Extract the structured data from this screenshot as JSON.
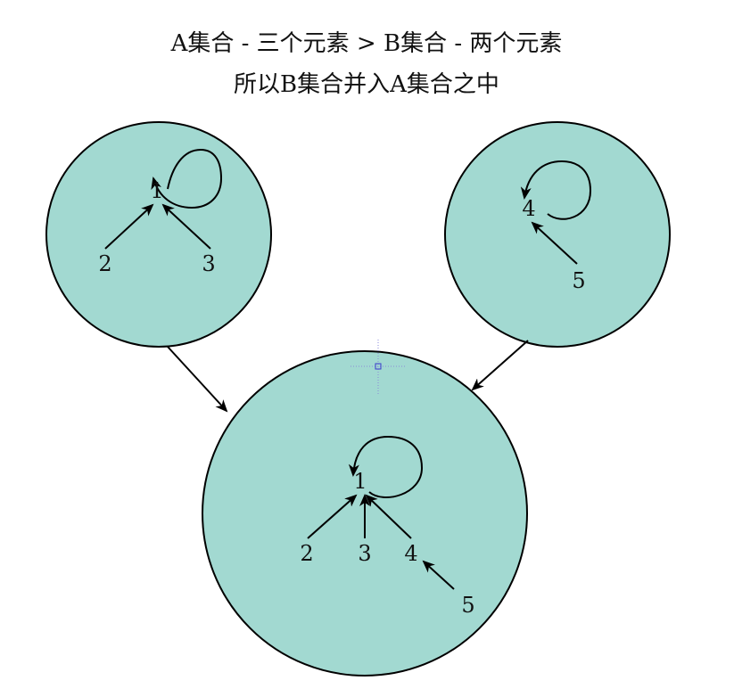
{
  "caption": {
    "line1": "A集合 - 三个元素  >  B集合 - 两个元素",
    "line2": "所以B集合并入A集合之中"
  },
  "colors": {
    "set_fill": "#a2d9d1",
    "stroke": "#000000",
    "text": "#111111",
    "cursor": "#3a3acc"
  },
  "sets": {
    "a": {
      "root": "1",
      "children": [
        "2",
        "3"
      ]
    },
    "b": {
      "root": "4",
      "children": [
        "5"
      ]
    },
    "merged": {
      "root": "1",
      "children": [
        "2",
        "3",
        "4"
      ],
      "grandchild": "5"
    }
  }
}
